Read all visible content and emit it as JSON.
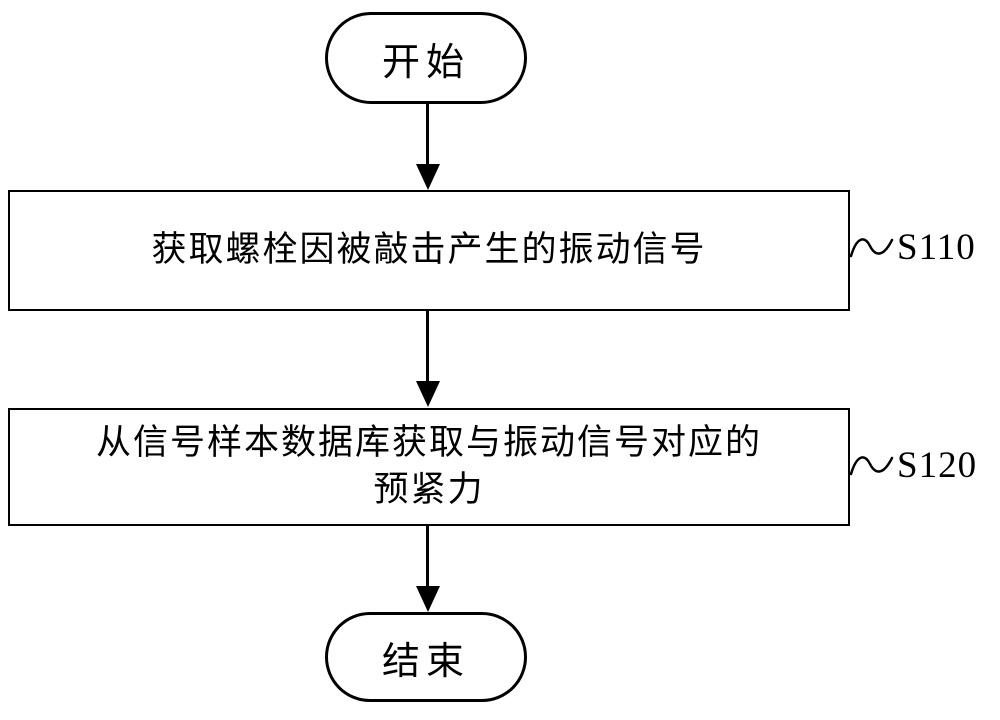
{
  "diagram": {
    "title": "flowchart",
    "start": {
      "label": "开始"
    },
    "steps": [
      {
        "text": "获取螺栓因被敲击产生的振动信号",
        "tag": "S110"
      },
      {
        "text": "从信号样本数据库获取与振动信号对应的\n预紧力",
        "tag": "S120"
      }
    ],
    "end": {
      "label": "结束"
    }
  }
}
